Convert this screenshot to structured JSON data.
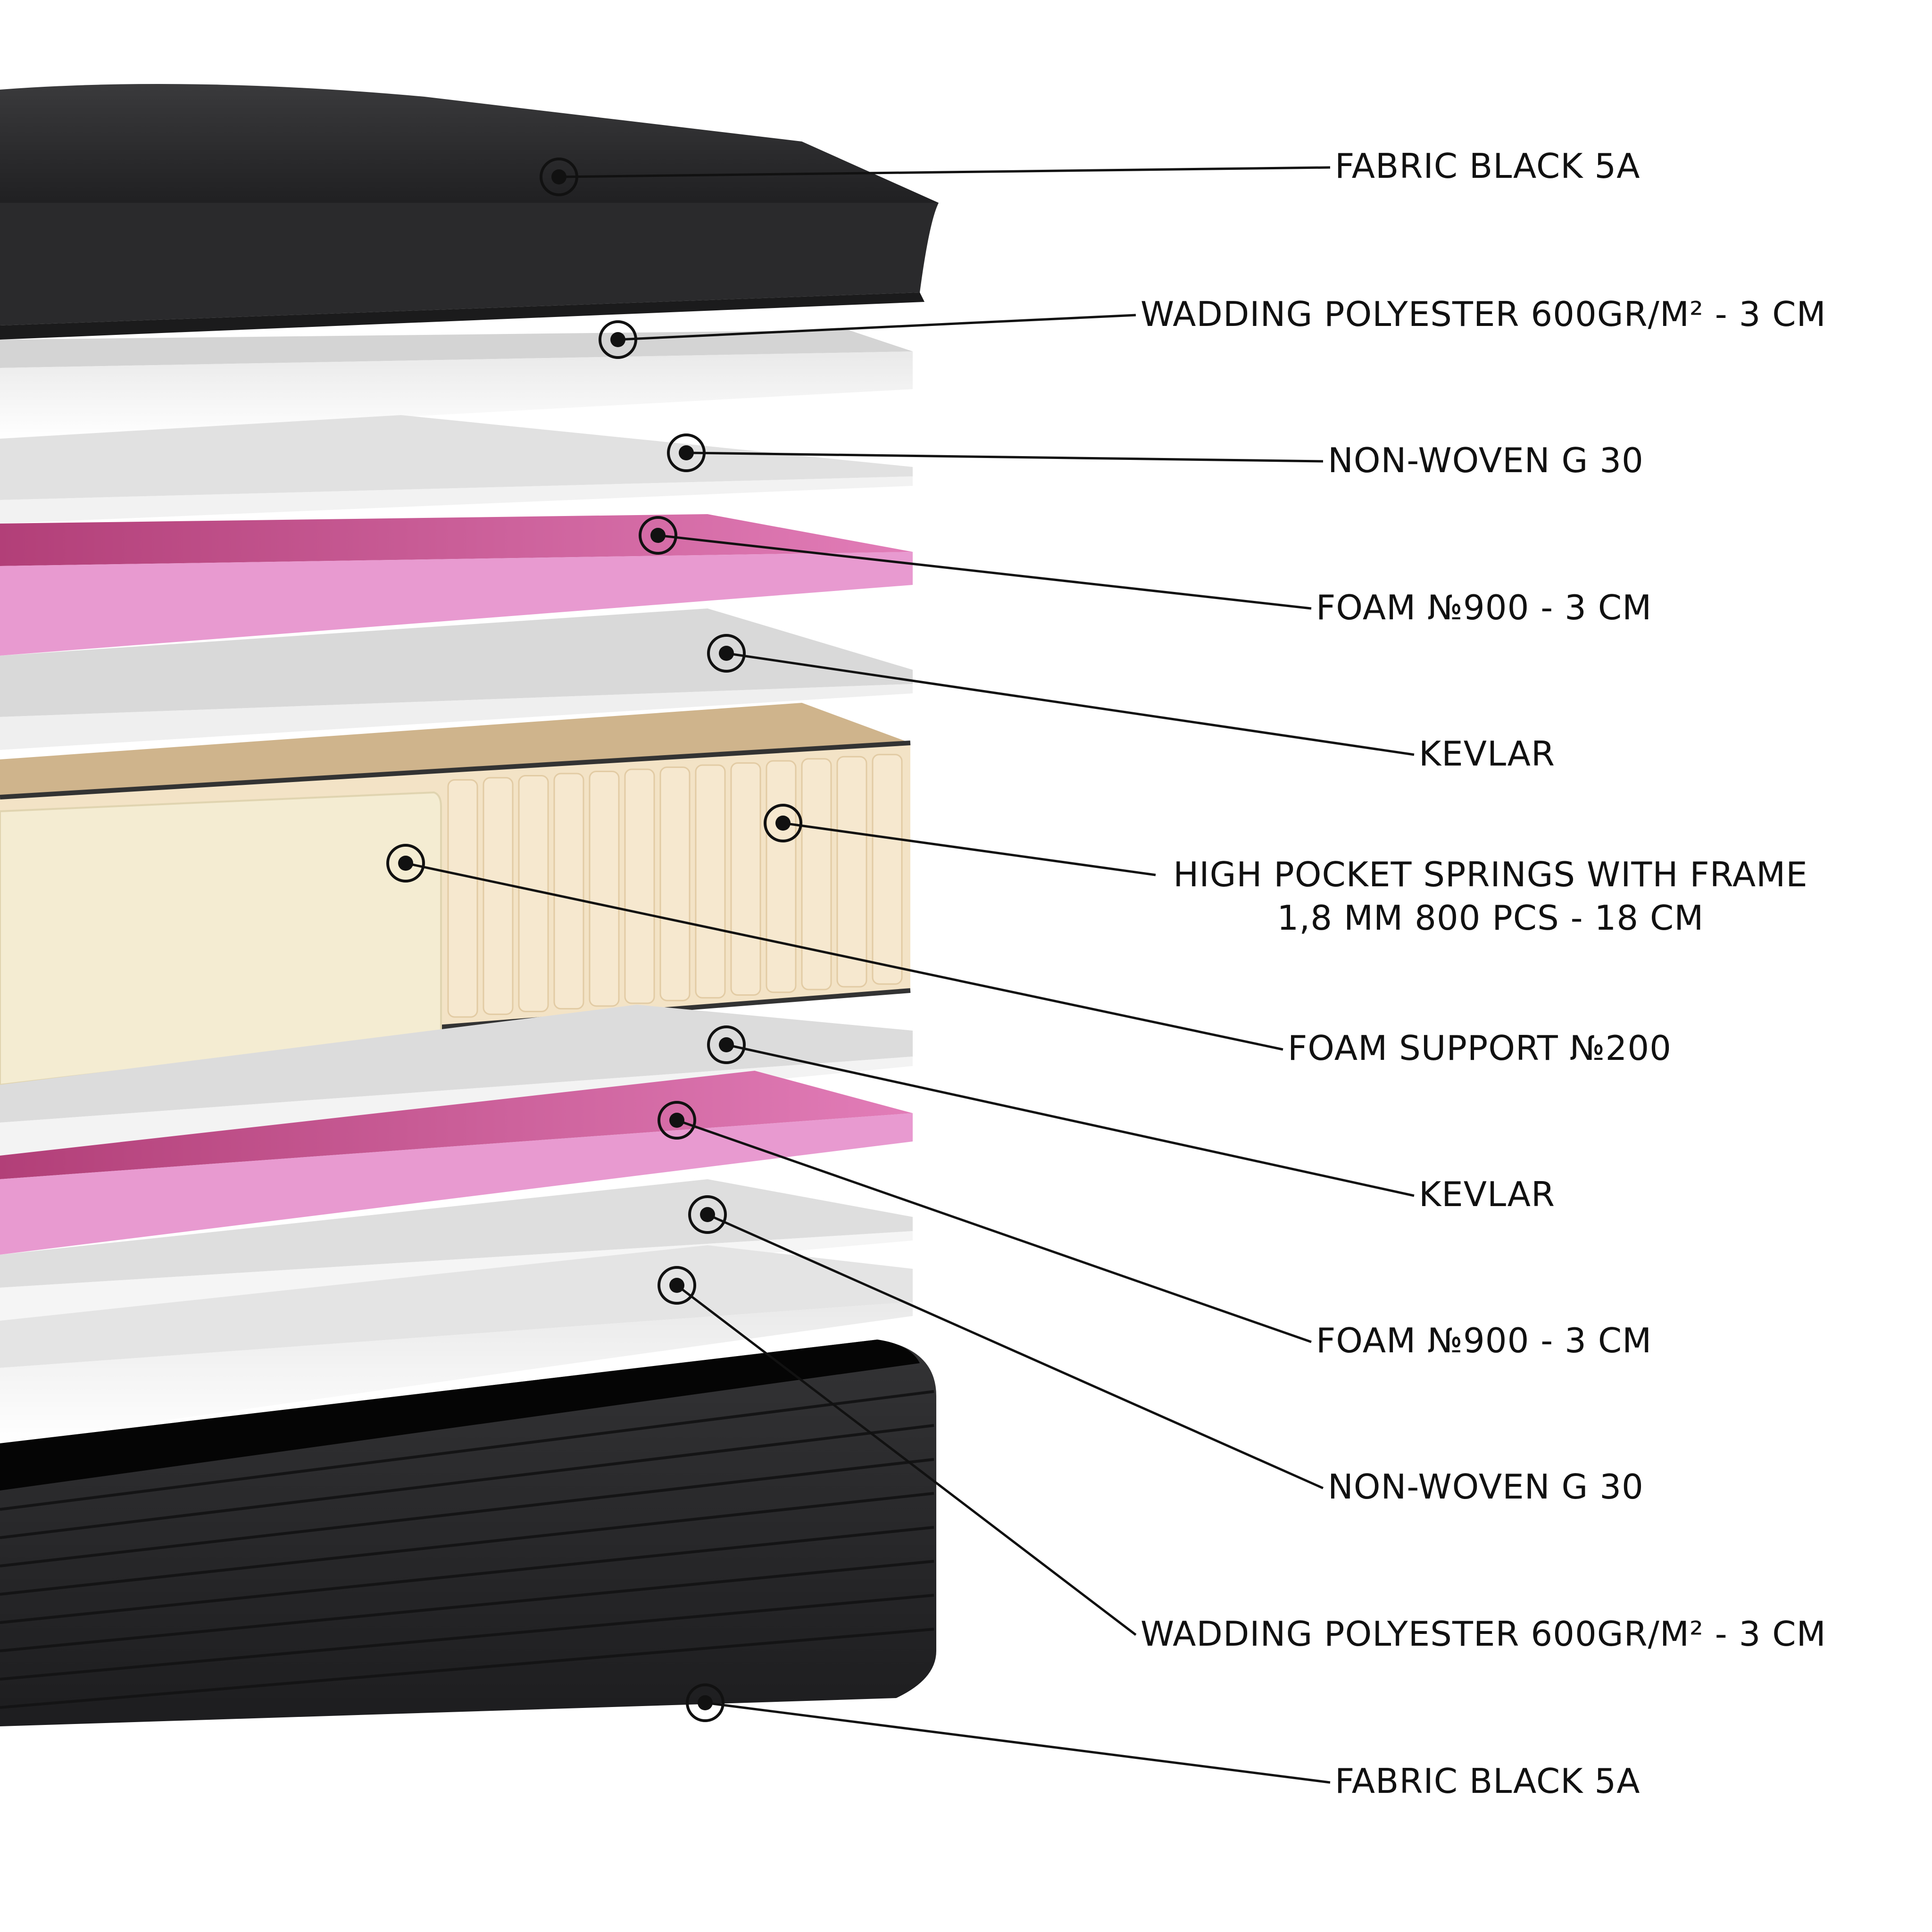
{
  "colors": {
    "fabric": "#2c2c2e",
    "fabric_dark": "#1a1a1b",
    "white_layer": "#f4f4f4",
    "grey_layer": "#dedede",
    "pink": "#e784c6",
    "pink_dark": "#c0417f",
    "spring_fabric": "#f3e3c6",
    "foam_support": "#f4ecd2",
    "leader": "#111111"
  },
  "layers": [
    {
      "key": "fabric_top",
      "label": "FABRIC BLACK 5A",
      "color": "#2c2c2e"
    },
    {
      "key": "wadding_top",
      "label": "WADDING POLYESTER 600GR/M² - 3 CM",
      "color": "#f4f4f4"
    },
    {
      "key": "nonwoven_top",
      "label": "NON-WOVEN G 30",
      "color": "#e6e6e6"
    },
    {
      "key": "foam900_top",
      "label": "FOAM №900 - 3 CM",
      "color": "#e784c6"
    },
    {
      "key": "kevlar_top",
      "label": "KEVLAR",
      "color": "#e3e3e3"
    },
    {
      "key": "springs",
      "label_lines": [
        "HIGH POCKET SPRINGS WITH FRAME",
        "1,8 MM 800 PCS - 18 CM"
      ],
      "color": "#f3e3c6"
    },
    {
      "key": "foam_support",
      "label": "FOAM SUPPORT №200",
      "color": "#f4ecd2"
    },
    {
      "key": "kevlar_bottom",
      "label": "KEVLAR",
      "color": "#e3e3e3"
    },
    {
      "key": "foam900_bottom",
      "label": "FOAM №900 - 3 CM",
      "color": "#e784c6"
    },
    {
      "key": "nonwoven_bottom",
      "label": "NON-WOVEN G 30",
      "color": "#e6e6e6"
    },
    {
      "key": "wadding_bottom",
      "label": "WADDING POLYESTER 600GR/M² - 3 CM",
      "color": "#f4f4f4"
    },
    {
      "key": "fabric_bottom",
      "label": "FABRIC BLACK 5A",
      "color": "#2c2c2e"
    }
  ]
}
